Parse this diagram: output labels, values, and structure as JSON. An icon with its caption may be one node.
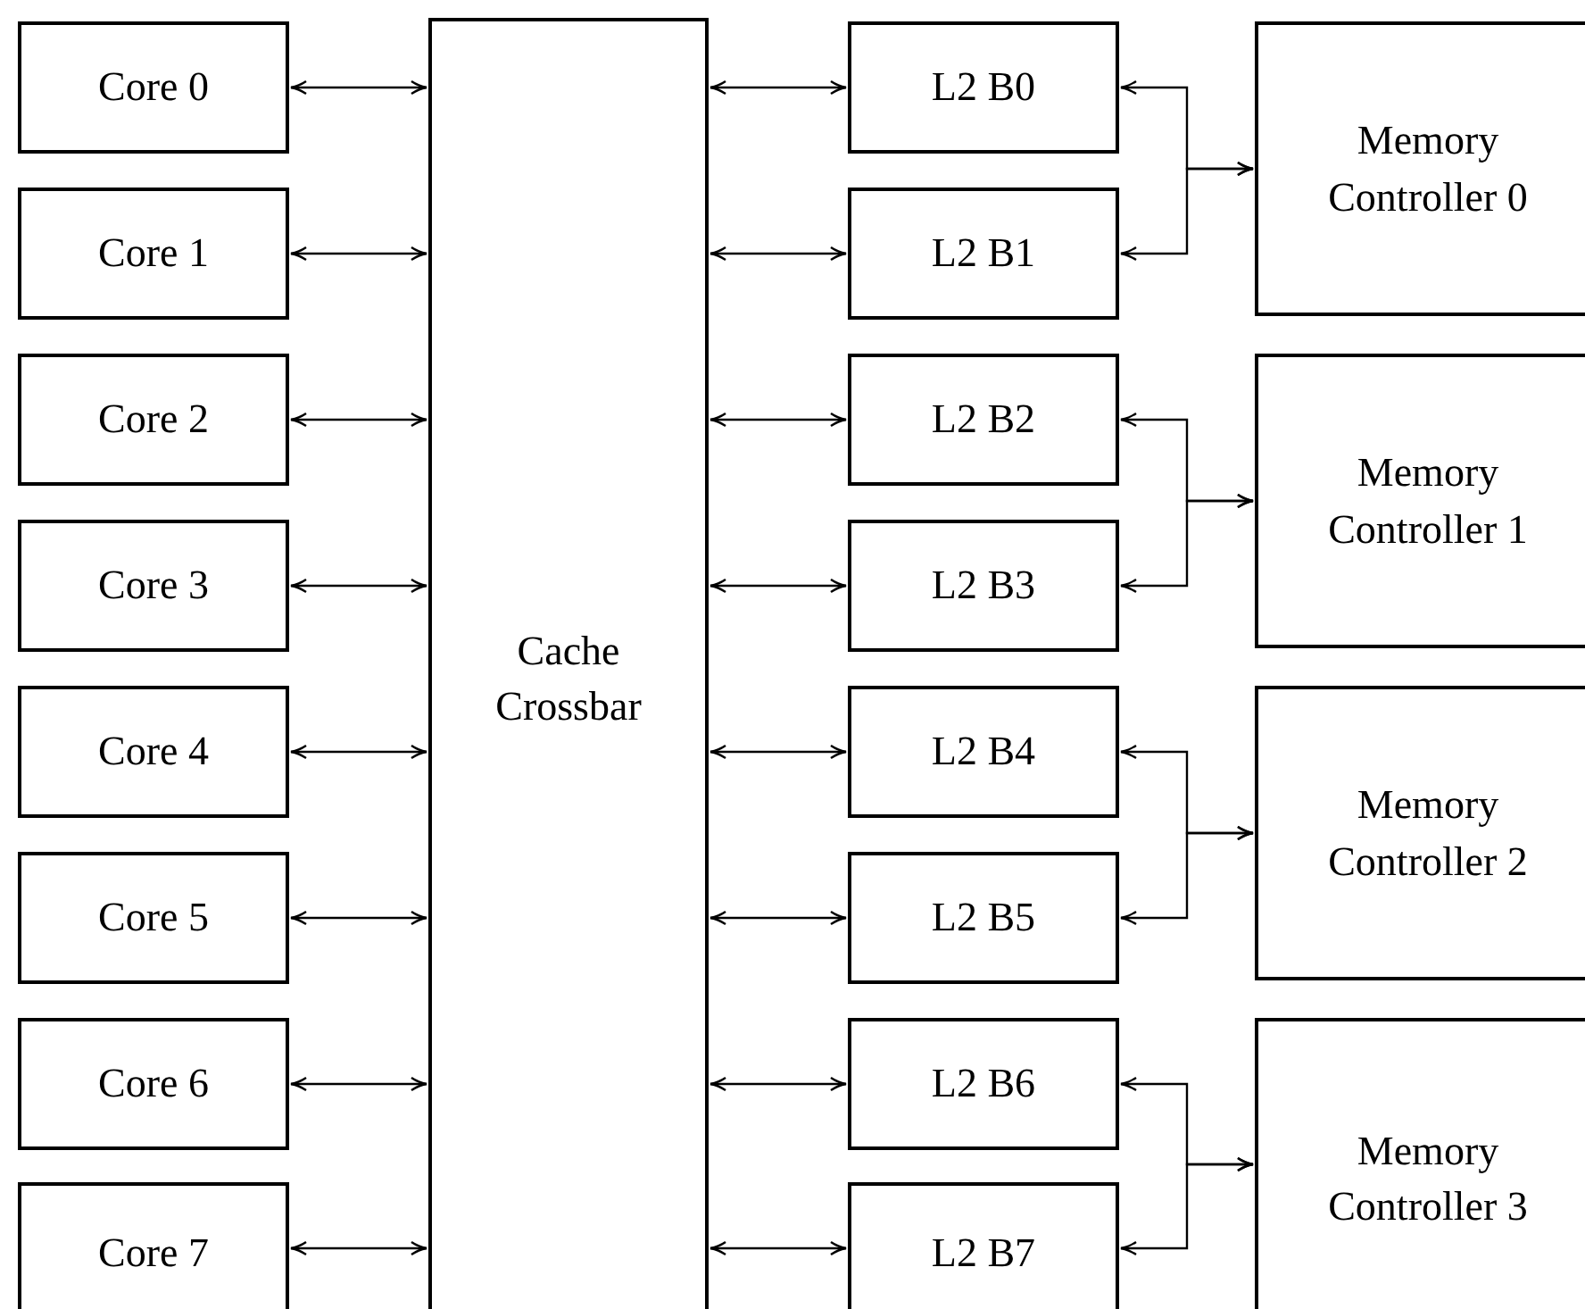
{
  "diagram": {
    "nodes": [
      {
        "text": [
          "Core 0"
        ]
      },
      {
        "text": [
          "Core 1"
        ]
      },
      {
        "text": [
          "Core 2"
        ]
      },
      {
        "text": [
          "Core 3"
        ]
      },
      {
        "text": [
          "Core 4"
        ]
      },
      {
        "text": [
          "Core 5"
        ]
      },
      {
        "text": [
          "Core 6"
        ]
      },
      {
        "text": [
          "Core 7"
        ]
      },
      {
        "text": [
          "Cache Crossbar"
        ]
      },
      {
        "text": [
          "L2 B0"
        ]
      },
      {
        "text": [
          "L2 B1"
        ]
      },
      {
        "text": [
          "L2 B2"
        ]
      },
      {
        "text": [
          "L2 B3"
        ]
      },
      {
        "text": [
          "L2 B4"
        ]
      },
      {
        "text": [
          "L2 B5"
        ]
      },
      {
        "text": [
          "L2 B6"
        ]
      },
      {
        "text": [
          "L2 B7"
        ]
      },
      {
        "text": [
          "Memory Controller 0"
        ]
      },
      {
        "text": [
          "Memory Controller 1"
        ]
      },
      {
        "text": [
          "Memory Controller 2"
        ]
      },
      {
        "text": [
          "Memory Controller 3"
        ]
      }
    ],
    "edges": [
      {
        "from": 0,
        "to": 8,
        "arrow": "both"
      },
      {
        "from": 1,
        "to": 8,
        "arrow": "both"
      },
      {
        "from": 2,
        "to": 8,
        "arrow": "both"
      },
      {
        "from": 3,
        "to": 8,
        "arrow": "both"
      },
      {
        "from": 4,
        "to": 8,
        "arrow": "both"
      },
      {
        "from": 5,
        "to": 8,
        "arrow": "both"
      },
      {
        "from": 6,
        "to": 8,
        "arrow": "both"
      },
      {
        "from": 7,
        "to": 8,
        "arrow": "both"
      },
      {
        "from": 8,
        "to": 9,
        "arrow": "both"
      },
      {
        "from": 8,
        "to": 10,
        "arrow": "both"
      },
      {
        "from": 8,
        "to": 11,
        "arrow": "both"
      },
      {
        "from": 8,
        "to": 12,
        "arrow": "both"
      },
      {
        "from": 8,
        "to": 13,
        "arrow": "both"
      },
      {
        "from": 8,
        "to": 14,
        "arrow": "both"
      },
      {
        "from": 8,
        "to": 15,
        "arrow": "both"
      },
      {
        "from": 8,
        "to": 16,
        "arrow": "both"
      },
      {
        "from": 9,
        "to": 17,
        "arrow": "both"
      },
      {
        "from": 10,
        "to": 17,
        "arrow": "both"
      },
      {
        "from": 11,
        "to": 18,
        "arrow": "both"
      },
      {
        "from": 12,
        "to": 18,
        "arrow": "both"
      },
      {
        "from": 13,
        "to": 19,
        "arrow": "both"
      },
      {
        "from": 14,
        "to": 19,
        "arrow": "both"
      },
      {
        "from": 15,
        "to": 20,
        "arrow": "both"
      },
      {
        "from": 16,
        "to": 20,
        "arrow": "both"
      }
    ]
  }
}
